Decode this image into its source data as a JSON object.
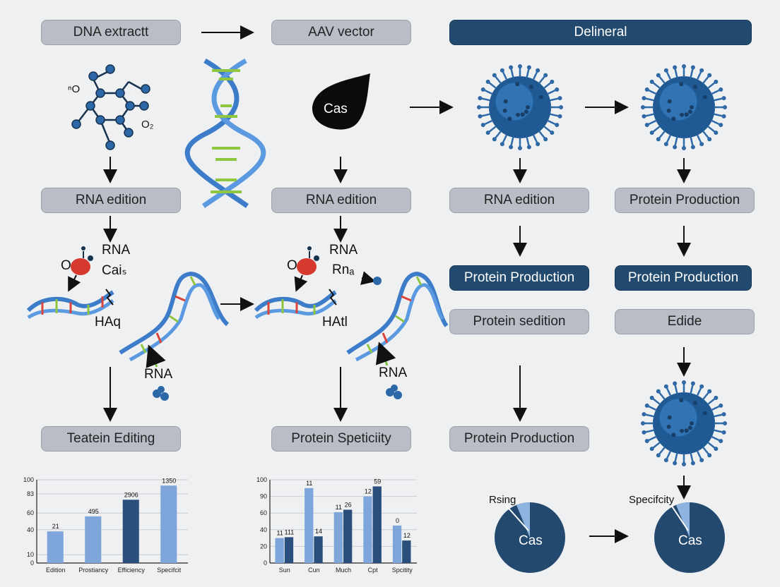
{
  "boxes": {
    "dna_extract": "DNA extractt",
    "aav_vector": "AAV vector",
    "delineral": "Delineral",
    "rna_edition_1": "RNA edition",
    "rna_edition_2": "RNA edition",
    "rna_edition_3": "RNA edition",
    "protein_production_top": "Protein Production",
    "protein_production_mid_1": "Protein Production",
    "protein_production_mid_2": "Protein Production",
    "protein_sedition": "Protein sedition",
    "edide": "Edide",
    "teatein_editing": "Teatein Editing",
    "protein_speticiity": "Protein Speticiity",
    "protein_production_bottom": "Protein Production"
  },
  "labels": {
    "molecule_ao": "ⁿO",
    "molecule_o2": "O₂",
    "cas_drop": "Cas",
    "left_rna": "RNA",
    "left_cas": "Caiₛ",
    "left_o": "O",
    "left_haq": "HAq",
    "left_rna_bottom": "RNA",
    "mid_rna": "RNA",
    "mid_rna_a": "Rnₐ",
    "mid_o": "O",
    "mid_haq": "HAtl",
    "mid_rna_bottom": "RNA",
    "pie1_label": "Rsing",
    "pie1_center": "Cas",
    "pie2_label": "Specifcity",
    "pie2_center": "Cas"
  },
  "colors": {
    "box_fill": "#b9bec6",
    "box_dark": "#22496e",
    "bar_light": "#7ea6db",
    "bar_dark": "#2a4f7c",
    "virus": "#2f6aa6"
  },
  "chart_data": [
    {
      "type": "bar",
      "categories": [
        "Edition",
        "Prostiancy",
        "Efficiency",
        "Specifcit"
      ],
      "values": [
        38,
        56,
        76,
        93
      ],
      "data_labels": [
        "21",
        "495",
        "2906",
        "1350"
      ],
      "yticks": [
        "0",
        "10",
        "40",
        "60",
        "83",
        "100"
      ],
      "ytick_values": [
        0,
        10,
        40,
        60,
        83,
        100
      ],
      "ylim": [
        0,
        100
      ],
      "grid": true
    },
    {
      "type": "bar",
      "categories": [
        "Sun",
        "Cun",
        "Much",
        "Cpt",
        "Spcitity"
      ],
      "series": [
        {
          "values": [
            30,
            90,
            61,
            80,
            45
          ]
        },
        {
          "values": [
            31,
            32,
            64,
            92,
            27
          ]
        }
      ],
      "data_labels": [
        "11",
        "111",
        "11",
        "14",
        "11",
        "26",
        "12",
        "59",
        "0",
        "12"
      ],
      "yticks": [
        "0",
        "20",
        "40",
        "60",
        "90",
        "100"
      ],
      "ytick_values": [
        0,
        20,
        40,
        60,
        80,
        100
      ],
      "ylim": [
        0,
        100
      ],
      "grid": true
    }
  ]
}
